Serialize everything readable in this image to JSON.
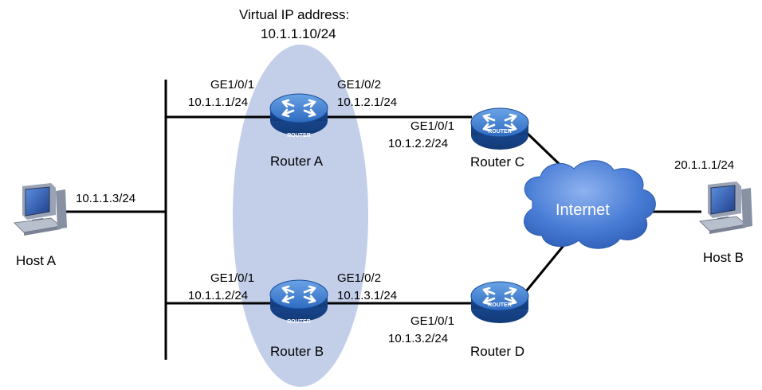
{
  "vip": {
    "title": "Virtual IP address:",
    "address": "10.1.1.10/24"
  },
  "hosts": {
    "a": {
      "name": "Host A",
      "ip": "10.1.1.3/24"
    },
    "b": {
      "name": "Host B",
      "ip": "20.1.1.1/24"
    }
  },
  "routers": {
    "a": {
      "name": "Router A",
      "badge": "ROUTER",
      "if1": "GE1/0/1",
      "ip1": "10.1.1.1/24",
      "if2": "GE1/0/2",
      "ip2": "10.1.2.1/24"
    },
    "b": {
      "name": "Router B",
      "badge": "ROUTER",
      "if1": "GE1/0/1",
      "ip1": "10.1.1.2/24",
      "if2": "GE1/0/2",
      "ip2": "10.1.3.1/24"
    },
    "c": {
      "name": "Router C",
      "badge": "ROUTER",
      "if1": "GE1/0/1",
      "ip1": "10.1.2.2/24"
    },
    "d": {
      "name": "Router D",
      "badge": "ROUTER",
      "if1": "GE1/0/1",
      "ip1": "10.1.3.2/24"
    }
  },
  "cloud": {
    "label": "Internet"
  },
  "colors": {
    "vrrp_group": "#c3cfe9",
    "router_body": "#1f56a8",
    "router_top": "#3f7fcf",
    "cloud": "#3d6fcc",
    "line": "#000000"
  }
}
